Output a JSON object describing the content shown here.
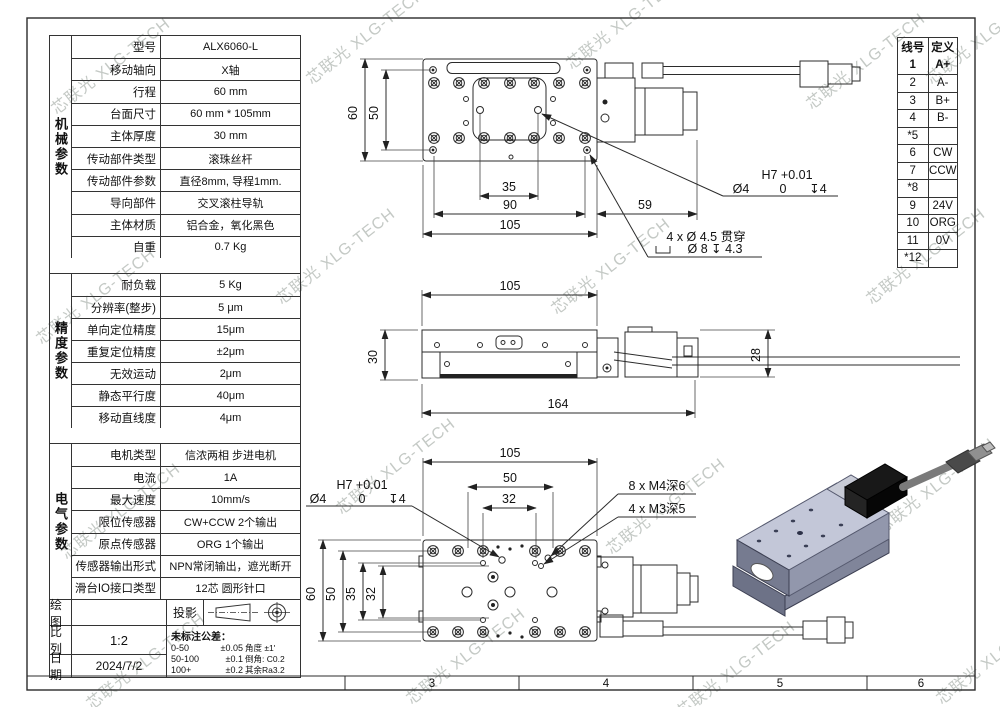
{
  "sheet": {
    "watermark": "芯联光 XLG-TECH"
  },
  "spec_table": {
    "sections": [
      {
        "label": "机械参数",
        "rows": [
          [
            "型号",
            "ALX6060-L"
          ],
          [
            "移动轴向",
            "X轴"
          ],
          [
            "行程",
            "60 mm"
          ],
          [
            "台面尺寸",
            "60 mm * 105mm"
          ],
          [
            "主体厚度",
            "30 mm"
          ],
          [
            "传动部件类型",
            "滚珠丝杆"
          ],
          [
            "传动部件参数",
            "直径8mm, 导程1mm."
          ],
          [
            "导向部件",
            "交叉滚柱导轨"
          ],
          [
            "主体材质",
            "铝合金，氧化黑色"
          ],
          [
            "自重",
            "0.7 Kg"
          ]
        ]
      },
      {
        "label": "精度参数",
        "rows": [
          [
            "耐负载",
            "5 Kg"
          ],
          [
            "分辨率(整步)",
            "5 μm"
          ],
          [
            "单向定位精度",
            "15μm"
          ],
          [
            "重复定位精度",
            "±2μm"
          ],
          [
            "无效运动",
            "2μm"
          ],
          [
            "静态平行度",
            "40μm"
          ],
          [
            "移动直线度",
            "4μm"
          ]
        ]
      },
      {
        "label": "电气参数",
        "rows": [
          [
            "电机类型",
            "信浓两相 步进电机"
          ],
          [
            "电流",
            "1A"
          ],
          [
            "最大速度",
            "10mm/s"
          ],
          [
            "限位传感器",
            "CW+CCW 2个输出"
          ],
          [
            "原点传感器",
            "ORG 1个输出"
          ],
          [
            "传感器输出形式",
            "NPN常闭输出，遮光断开"
          ],
          [
            "滑台IO接口类型",
            "12芯 圆形针口"
          ]
        ]
      }
    ]
  },
  "title_block": {
    "draw_label": "绘图",
    "draw_value": "",
    "projection_label": "投影",
    "scale_label": "比列",
    "scale_value": "1:2",
    "date_label": "日期",
    "date_value": "2024/7/2",
    "tolerance": {
      "header": "未标注公差：",
      "rows": [
        [
          "0-50",
          "±0.05"
        ],
        [
          "50-100",
          "±0.1"
        ],
        [
          "100+",
          "±0.2"
        ]
      ],
      "notes": [
        "角度 ±1'",
        "倒角: C0.2",
        "其余Ra3.2"
      ]
    }
  },
  "pin_table": {
    "headers": [
      "线号",
      "定义"
    ],
    "rows": [
      [
        "1",
        "A+"
      ],
      [
        "2",
        "A-"
      ],
      [
        "3",
        "B+"
      ],
      [
        "4",
        "B-"
      ],
      [
        "*5",
        ""
      ],
      [
        "6",
        "CW"
      ],
      [
        "7",
        "CCW"
      ],
      [
        "*8",
        ""
      ],
      [
        "9",
        "24V"
      ],
      [
        "10",
        "ORG"
      ],
      [
        "11",
        "0V"
      ],
      [
        "*12",
        ""
      ]
    ]
  },
  "views": {
    "top": {
      "dims": {
        "d60": "60",
        "d50": "50",
        "d35": "35",
        "d90": "90",
        "d105": "105",
        "d59": "59"
      },
      "fit": {
        "line1": "H7 +0.01",
        "dia": "Ø4",
        "zero": "0",
        "depth": "↧4"
      },
      "cbore": {
        "line1": "4 x Ø 4.5 贯穿",
        "line2": "Ø 8 ↧ 4.3"
      }
    },
    "side": {
      "dims": {
        "d105": "105",
        "d30": "30",
        "d164": "164",
        "d28": "28"
      }
    },
    "bottom": {
      "dims": {
        "d105": "105",
        "d50h": "50",
        "d32h": "32",
        "d60": "60",
        "d50v": "50",
        "d35": "35",
        "d32v": "32"
      },
      "fit": {
        "line1": "H7 +0.01",
        "dia": "Ø4",
        "zero": "0",
        "depth": "↧4"
      },
      "m4": "8 x M4深6",
      "m3": "4 x M3深5"
    }
  },
  "zones": [
    "3",
    "4",
    "5",
    "6"
  ]
}
